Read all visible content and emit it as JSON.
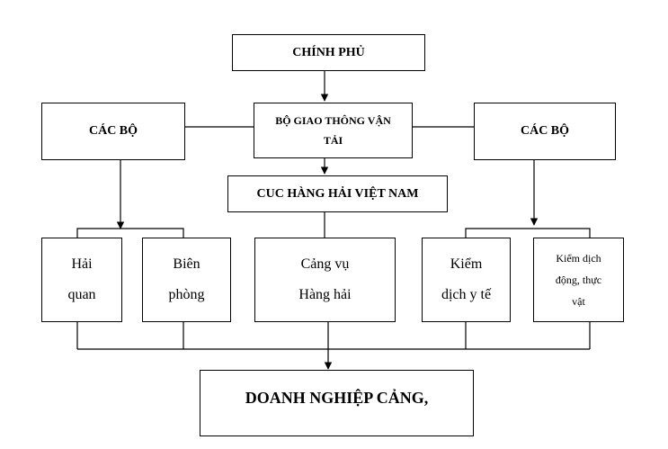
{
  "nodes": {
    "government": "CHÍNH PHỦ",
    "ministries_left": "CÁC BỘ",
    "ministries_right": "CÁC BỘ",
    "ministry_transport": [
      "BỘ GIAO THÔNG VẬN",
      "TẢI"
    ],
    "maritime_admin": "CUC HÀNG HẢI VIỆT NAM",
    "customs": [
      "Hải",
      "quan"
    ],
    "border_guard": [
      "Biên",
      "phòng"
    ],
    "port_authority": [
      "Cảng vụ",
      "Hàng hải"
    ],
    "health_quarantine": [
      "Kiểm",
      "dịch y tế"
    ],
    "animal_plant_quarantine": [
      "Kiểm dịch",
      "động, thực",
      "vật"
    ],
    "port_enterprise": "DOANH NGHIỆP CẢNG,"
  }
}
